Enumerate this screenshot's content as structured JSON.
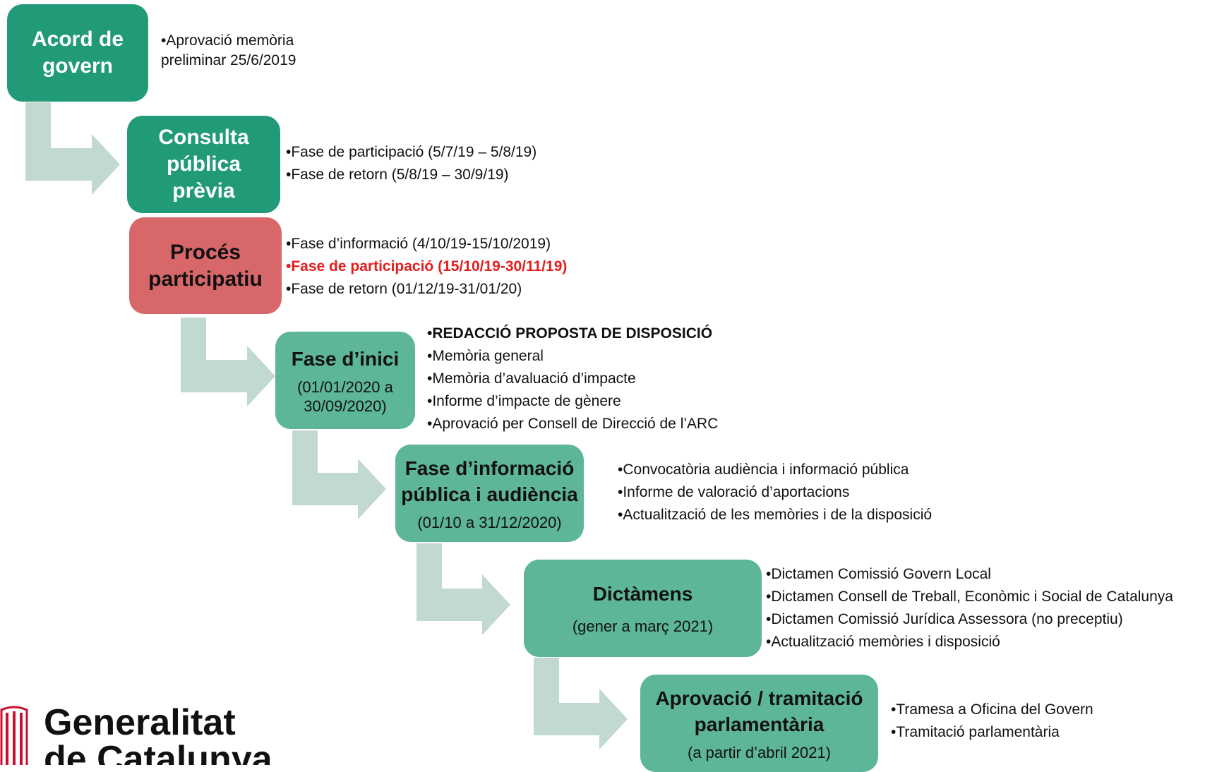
{
  "steps": [
    {
      "title": "Acord de govern",
      "subtitle": "",
      "bullets": [
        "•Aprovació memòria preliminar 25/6/2019"
      ]
    },
    {
      "title": "Consulta pública prèvia",
      "subtitle": "",
      "bullets": [
        "•Fase de participació (5/7/19 – 5/8/19)",
        "•Fase de retorn (5/8/19 – 30/9/19)"
      ]
    },
    {
      "title": "Procés participatiu",
      "subtitle": "",
      "bullets": [
        "•Fase d’informació (4/10/19-15/10/2019)",
        "•Fase de participació  (15/10/19-30/11/19)",
        "•Fase de retorn (01/12/19-31/01/20)"
      ]
    },
    {
      "title": "Fase d’inici",
      "subtitle": "(01/01/2020 a 30/09/2020)",
      "bullets": [
        "•REDACCIÓ PROPOSTA DE DISPOSICIÓ",
        "•Memòria general",
        "•Memòria d’avaluació d’impacte",
        "•Informe d’impacte de gènere",
        "•Aprovació per Consell de Direcció de l’ARC"
      ]
    },
    {
      "title": "Fase d’informació pública i audiència",
      "subtitle": "(01/10 a 31/12/2020)",
      "bullets": [
        "•Convocatòria audiència i informació pública",
        "•Informe de valoració d’aportacions",
        "•Actualització de les memòries i de la disposició"
      ]
    },
    {
      "title": "Dictàmens",
      "subtitle": "(gener a març 2021)",
      "bullets": [
        "•Dictamen Comissió Govern Local",
        "•Dictamen Consell de Treball, Econòmic i Social de Catalunya",
        "•Dictamen Comissió Jurídica Assessora (no preceptiu)",
        "•Actualització memòries i disposició"
      ]
    },
    {
      "title": "Aprovació / tramitació parlamentària",
      "subtitle": "(a partir d’abril 2021)",
      "bullets": [
        "•Tramesa a Oficina del Govern",
        "•Tramitació parlamentària"
      ]
    }
  ],
  "logo": {
    "line1": "Generalitat",
    "line2": "de Catalunya"
  },
  "colors": {
    "dark_green": "#219b77",
    "red": "#d8676a",
    "light_green": "#5db59a",
    "arrow": "#c1d9cf",
    "highlight": "#e41e1e"
  }
}
